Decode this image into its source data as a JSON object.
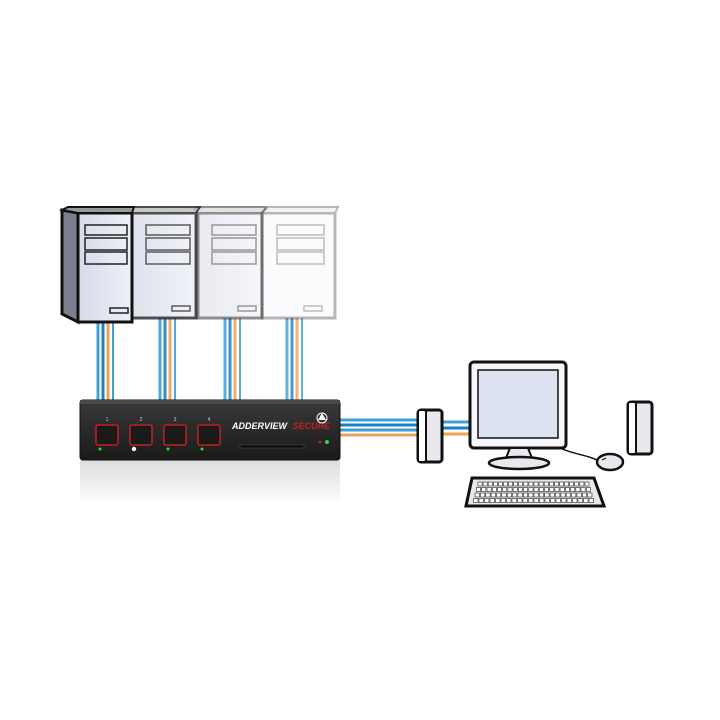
{
  "diagram": {
    "kvm_switch": {
      "brand_primary": "ADDERVIEW",
      "brand_secondary": "SECURE",
      "ports": [
        "1",
        "2",
        "3",
        "4"
      ],
      "body_color": "#2a2a2a",
      "accent_color": "#c0211f"
    },
    "computers": [
      {
        "name": "computer-1",
        "opacity": 1.0
      },
      {
        "name": "computer-2",
        "opacity": 0.75
      },
      {
        "name": "computer-3",
        "opacity": 0.5
      },
      {
        "name": "computer-4",
        "opacity": 0.3
      }
    ],
    "cable_colors": {
      "video": "#3aa0d8",
      "usb": "#1e7fc2",
      "audio": "#f0a050",
      "extra": "#e8893a"
    },
    "workstation_items": [
      "monitor-icon",
      "keyboard-icon",
      "mouse-icon",
      "speaker-left-icon",
      "speaker-right-icon"
    ]
  }
}
